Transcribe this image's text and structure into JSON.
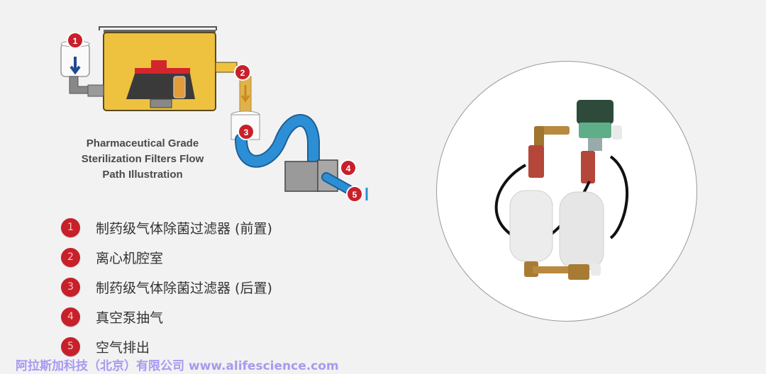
{
  "diagram": {
    "caption_lines": [
      "Pharmaceutical Grade",
      "Sterilization Filters Flow",
      "Path Illustration"
    ],
    "markers": [
      "1",
      "2",
      "3",
      "4",
      "5"
    ],
    "colors": {
      "chamber": "#eec13f",
      "rotor": "#3a3a3a",
      "rotor_lid": "#d3262c",
      "tube": "#2c8fd6",
      "pump": "#9a9a9a",
      "badge": "#c8202a"
    }
  },
  "legend": {
    "items": [
      {
        "number": "1",
        "label": "制药级气体除菌过滤器 (前置)"
      },
      {
        "number": "2",
        "label": "离心机腔室"
      },
      {
        "number": "3",
        "label": "制药级气体除菌过滤器 (后置)"
      },
      {
        "number": "4",
        "label": "真空泵抽气"
      },
      {
        "number": "5",
        "label": "空气排出"
      }
    ]
  },
  "photo": {
    "subject": "filter-assembly-photo"
  },
  "footer": {
    "text": "阿拉斯加科技（北京）有限公司 www.alifescience.com",
    "color": "#a79af0"
  }
}
